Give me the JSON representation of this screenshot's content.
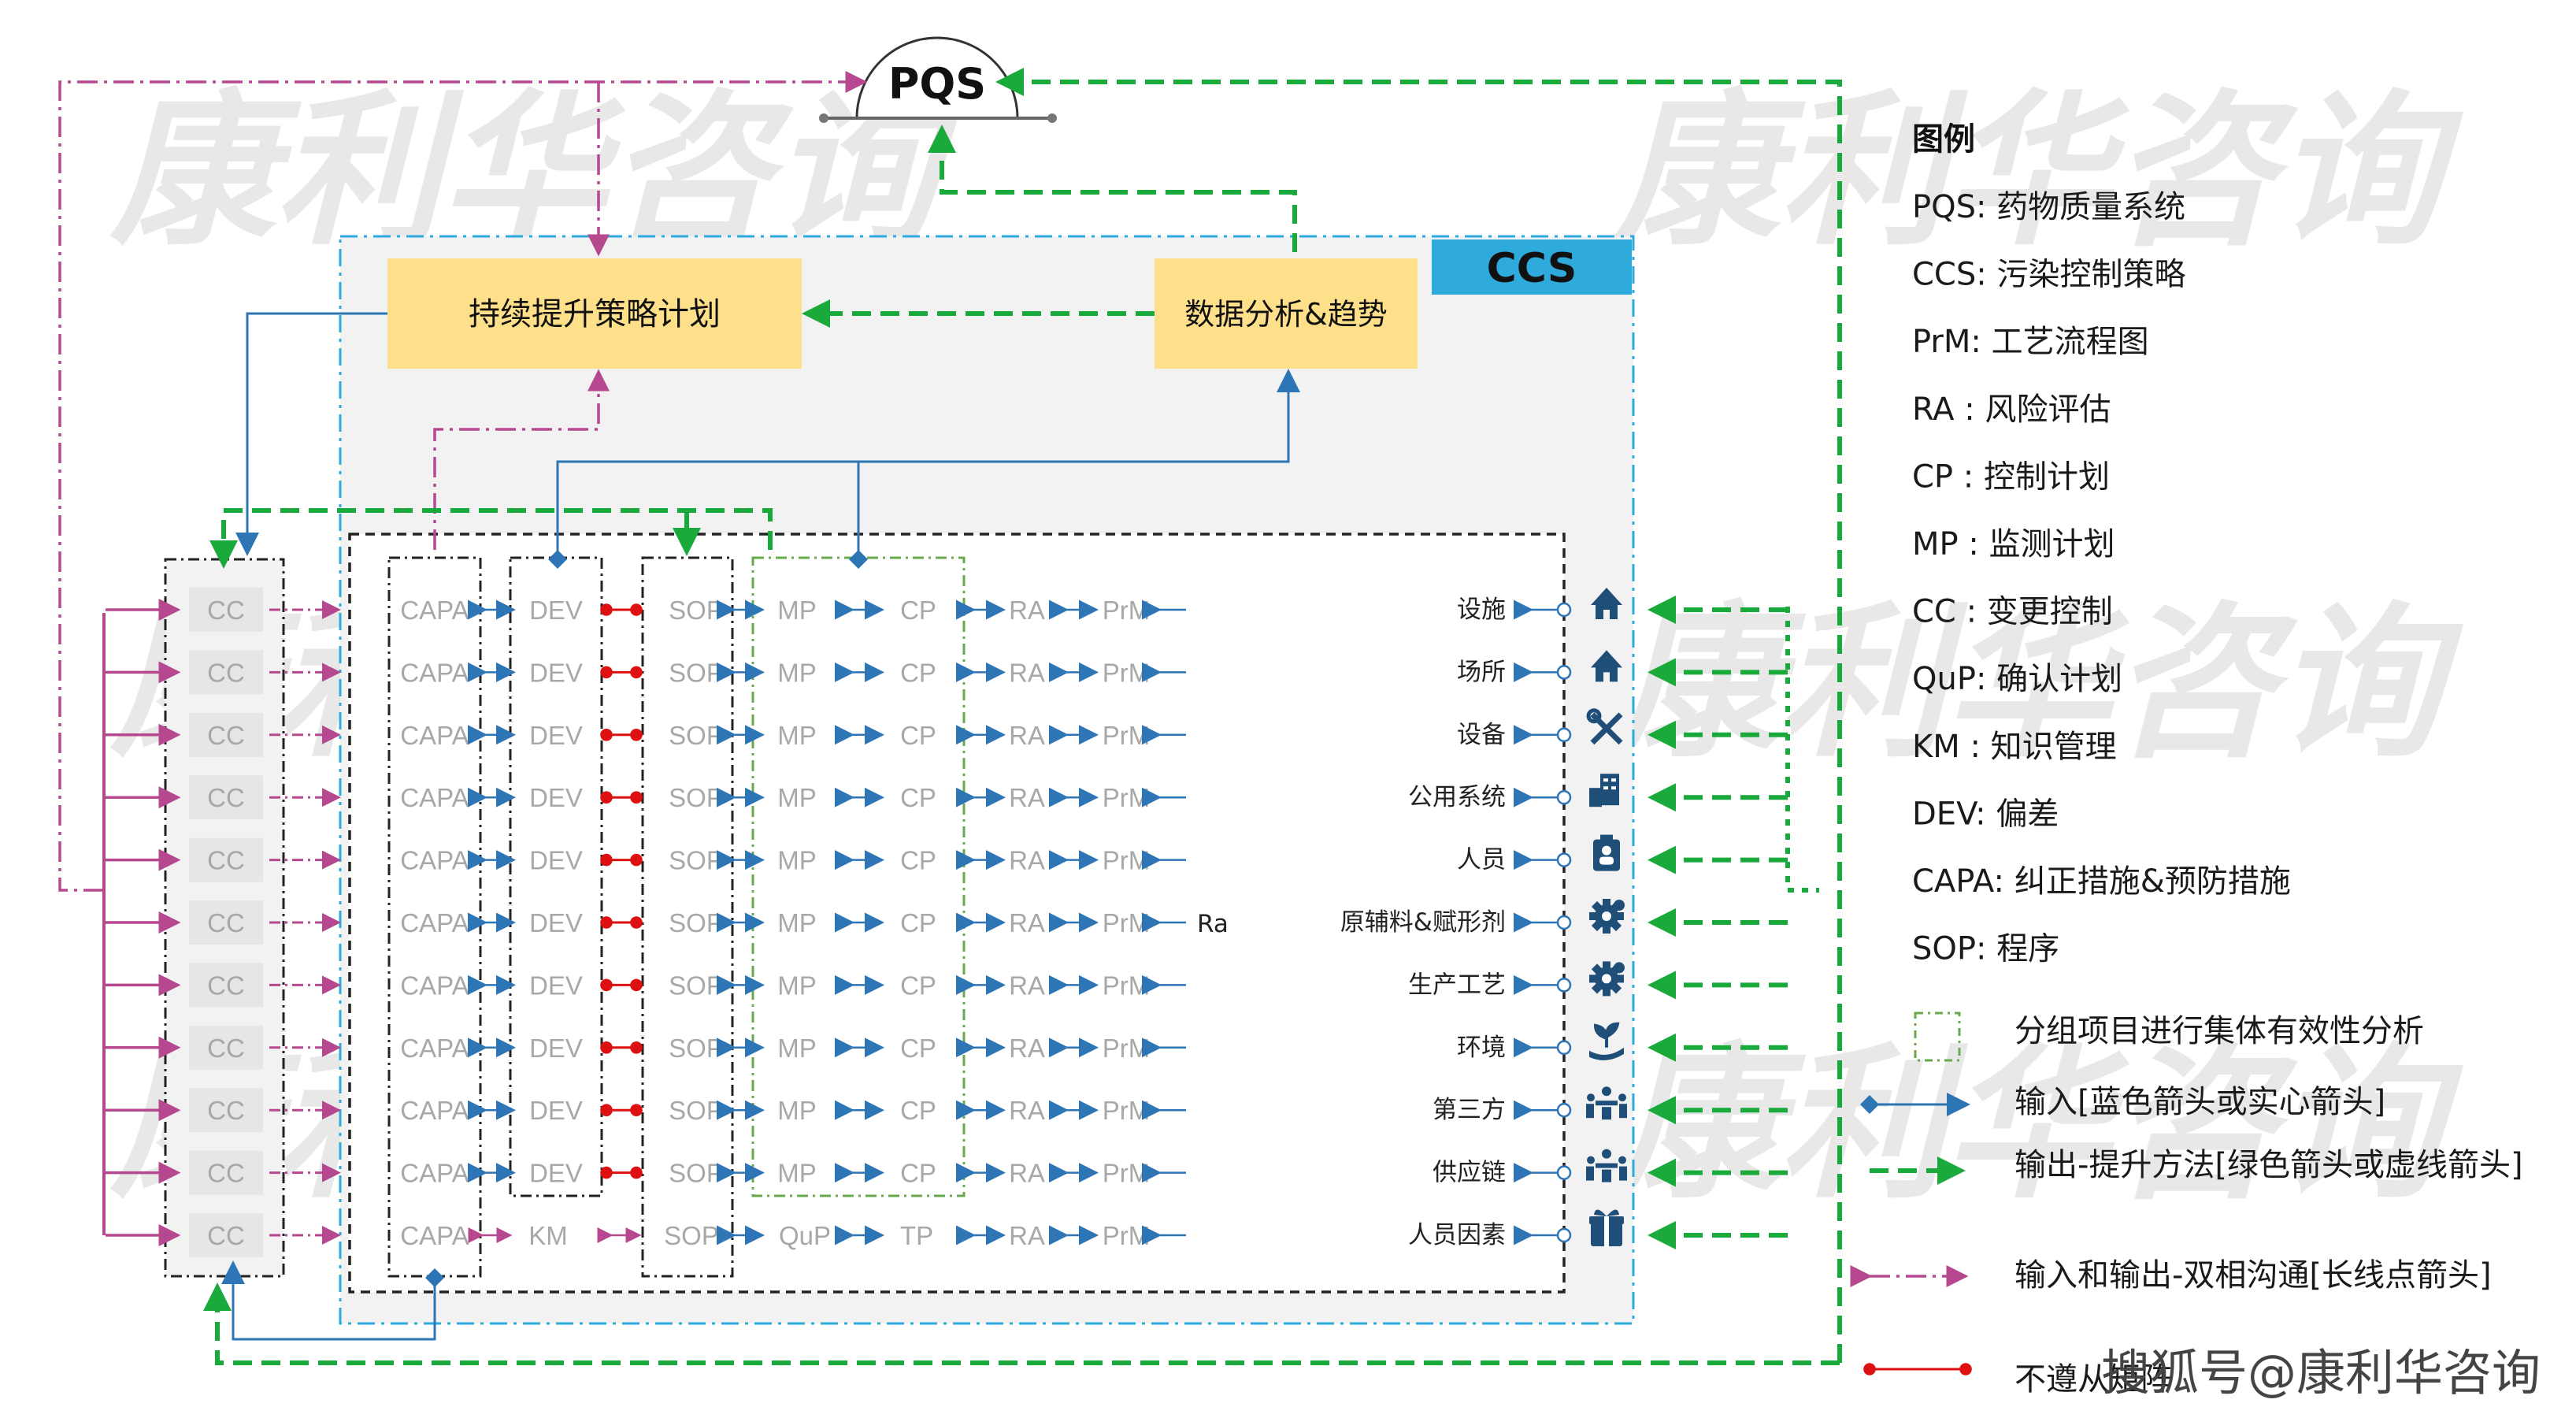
{
  "watermark": "康利华咨询",
  "footer_watermark": "搜狐号@康利华咨询",
  "pqs_label": "PQS",
  "ccs_label": "CCS",
  "top_left_box": "持续提升策略计划",
  "top_right_box": "数据分析&趋势",
  "columns": {
    "cc": "CC",
    "capa": "CAPA",
    "dev": "DEV",
    "km": "KM",
    "sop": "SOP",
    "mp": "MP",
    "qup": "QuP",
    "cp": "CP",
    "tp": "TP",
    "ra": "RA",
    "prm": "PrM",
    "raw_partial": "Ra"
  },
  "rows": [
    "设施",
    "场所",
    "设备",
    "公用系统",
    "人员",
    "原辅料&赋形剂",
    "生产工艺",
    "环境",
    "第三方",
    "供应链",
    "人员因素"
  ],
  "row_icons": [
    "house-icon",
    "house-icon",
    "tools-icon",
    "utility-icon",
    "clipboard-icon",
    "gear-icon",
    "gear-icon",
    "plant-hand-icon",
    "meeting-icon",
    "meeting-icon",
    "gift-icon"
  ],
  "legend": {
    "title": "图例",
    "items": [
      "PQS:  药物质量系统",
      "CCS:  污染控制策略",
      "PrM:  工艺流程图",
      "RA  :  风险评估",
      "CP  :  控制计划",
      "MP  :  监测计划",
      "CC  :  变更控制",
      "QuP:  确认计划",
      "KM  :  知识管理",
      "DEV:  偏差",
      "CAPA:  纠正措施&预防措施",
      "SOP:  程序"
    ],
    "symbols": [
      "分组项目进行集体有效性分析",
      "输入[蓝色箭头或实心箭头]",
      "输出-提升方法[绿色箭头或虚线箭头]",
      "输入和输出-双相沟通[长线点箭头]",
      "不遵从矩阵"
    ]
  },
  "colors": {
    "blue": "#2e75b6",
    "green": "#1aaa3c",
    "magenta": "#b5488f",
    "red": "#dd1111",
    "ccs_header": "#2eaadc",
    "yellow": "#ffe08a",
    "panel": "#f2f2f2"
  }
}
